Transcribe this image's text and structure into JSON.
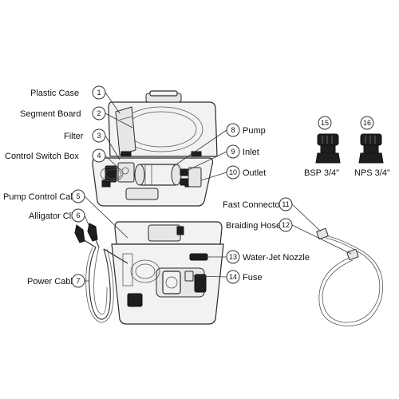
{
  "labels": {
    "1": "Plastic Case",
    "2": "Segment Board",
    "3": "Filter",
    "4": "Control Switch Box",
    "5": "Pump Control Cable",
    "6": "Alligator Clip",
    "7": "Power Cable",
    "8": "Pump",
    "9": "Inlet",
    "10": "Outlet",
    "11": "Fast Connector",
    "12": "Braiding Hose",
    "13": "Water-Jet Nozzle",
    "14": "Fuse",
    "15": "BSP 3/4\"",
    "16": "NPS 3/4\""
  },
  "numbers": {
    "n1": "1",
    "n2": "2",
    "n3": "3",
    "n4": "4",
    "n5": "5",
    "n6": "6",
    "n7": "7",
    "n8": "8",
    "n9": "9",
    "n10": "10",
    "n11": "11",
    "n12": "12",
    "n13": "13",
    "n14": "14",
    "n15": "15",
    "n16": "16"
  },
  "icons": {
    "case_open": "open-plastic-case-illustration",
    "case_closed": "closed-case-with-parts-illustration",
    "connectors": "quick-connector-fittings",
    "hose": "braided-hose-coil",
    "clip": "alligator-clip",
    "cable": "power-cable-coil"
  }
}
